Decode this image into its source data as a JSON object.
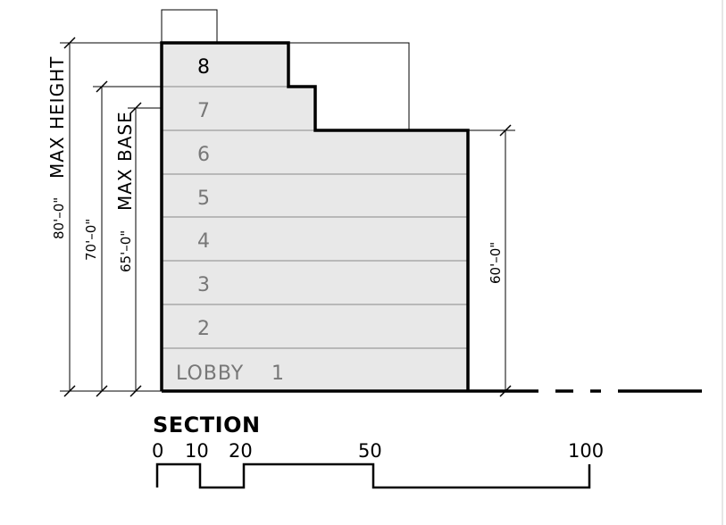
{
  "floors": [
    {
      "label": "8",
      "color": "#000000"
    },
    {
      "label": "7",
      "color": "#777777"
    },
    {
      "label": "6",
      "color": "#777777"
    },
    {
      "label": "5",
      "color": "#777777"
    },
    {
      "label": "4",
      "color": "#777777"
    },
    {
      "label": "3",
      "color": "#777777"
    },
    {
      "label": "2",
      "color": "#777777"
    },
    {
      "label": "1",
      "color": "#777777"
    }
  ],
  "lobby_label": "LOBBY",
  "dimensions": {
    "max_height": "80'–0\"",
    "max_height_label": "MAX HEIGHT",
    "seventy": "70'–0\"",
    "sixty_five": "65'–0\"",
    "max_base_label": "MAX BASE",
    "sixty": "60'–0\""
  },
  "section_title": "SECTION",
  "scale": {
    "ticks": [
      "0",
      "10",
      "20",
      "50",
      "100"
    ]
  },
  "colors": {
    "building_fill": "#e8e8e8",
    "outline": "#000000",
    "floor_lines": "#888888"
  }
}
